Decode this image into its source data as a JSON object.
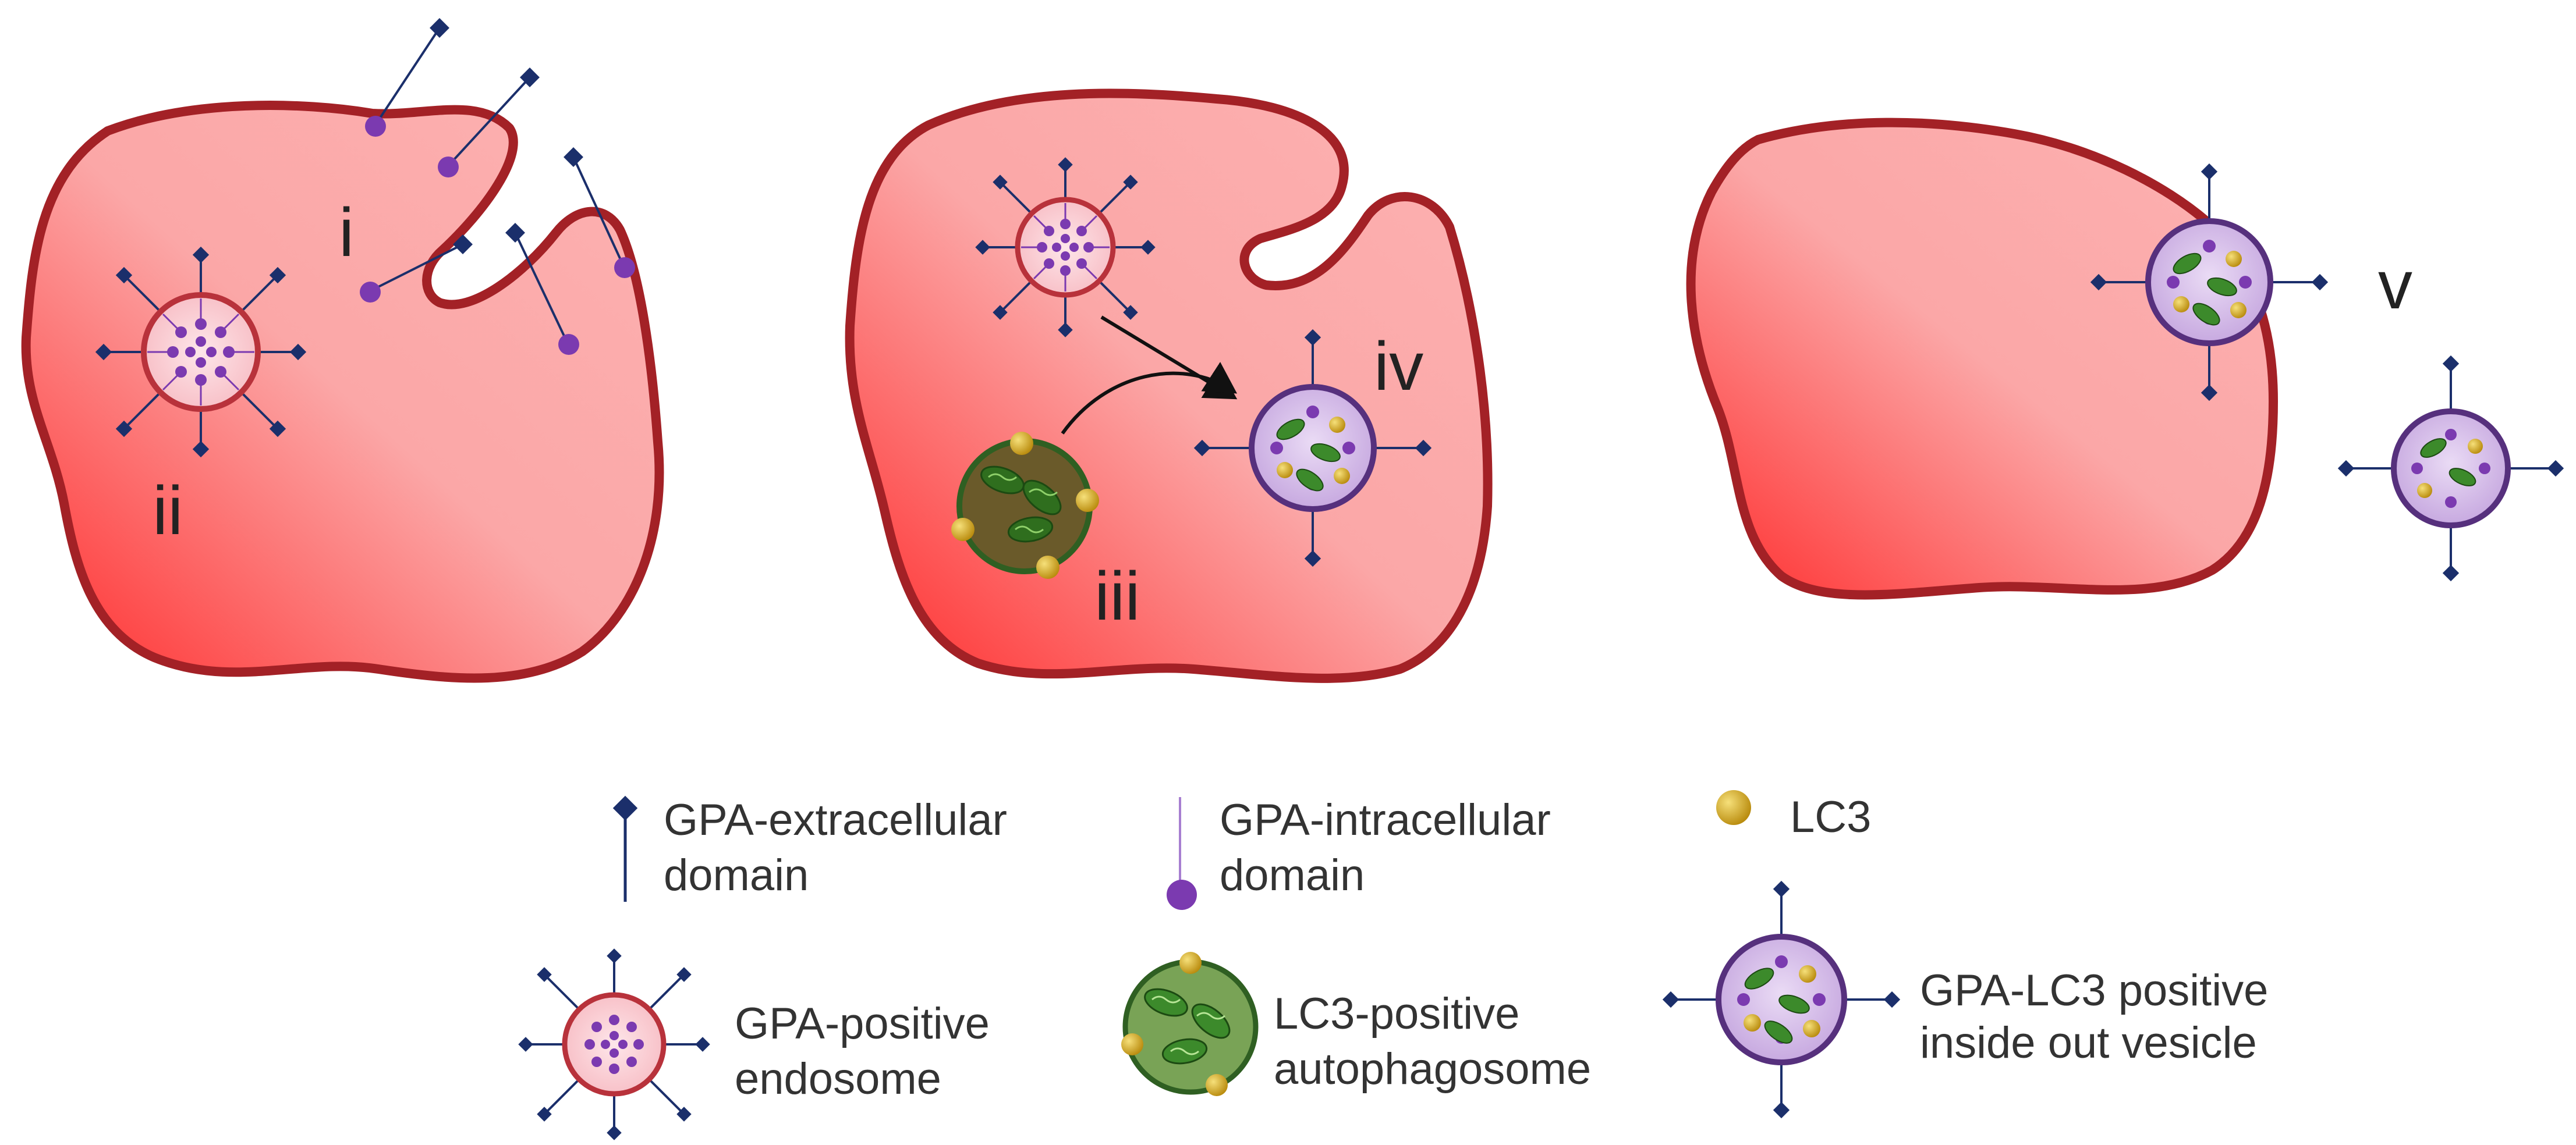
{
  "colors": {
    "cell_fill_light": "#fcb1b1",
    "cell_fill_dark": "#ff2c2c",
    "cell_border": "#a32126",
    "extracellular_domain": "#1b2f6b",
    "intracellular_domain": "#7b3ab0",
    "lc3": "#d4a91a",
    "endosome_fill": "#fbd3d8",
    "endosome_border": "#b8323b",
    "autophagosome_fill": "#79a356",
    "autophagosome_border": "#2f5f22",
    "mitochondria": "#3c8a2b",
    "vesicle_fill": "#d6bfe9",
    "vesicle_border": "#56307d",
    "arrow": "#111111"
  },
  "labels": {
    "i": "i",
    "ii": "ii",
    "iii": "iii",
    "iv": "iv",
    "v": "v"
  },
  "legend": {
    "extracellular": [
      "GPA-extracellular",
      "domain"
    ],
    "intracellular": [
      "GPA-intracellular",
      "domain"
    ],
    "lc3": [
      "LC3"
    ],
    "endosome": [
      "GPA-positive",
      "endosome"
    ],
    "autophagosome": [
      "LC3-positive",
      "autophagosome"
    ],
    "vesicle": [
      "GPA-LC3 positive",
      "inside out vesicle"
    ]
  }
}
